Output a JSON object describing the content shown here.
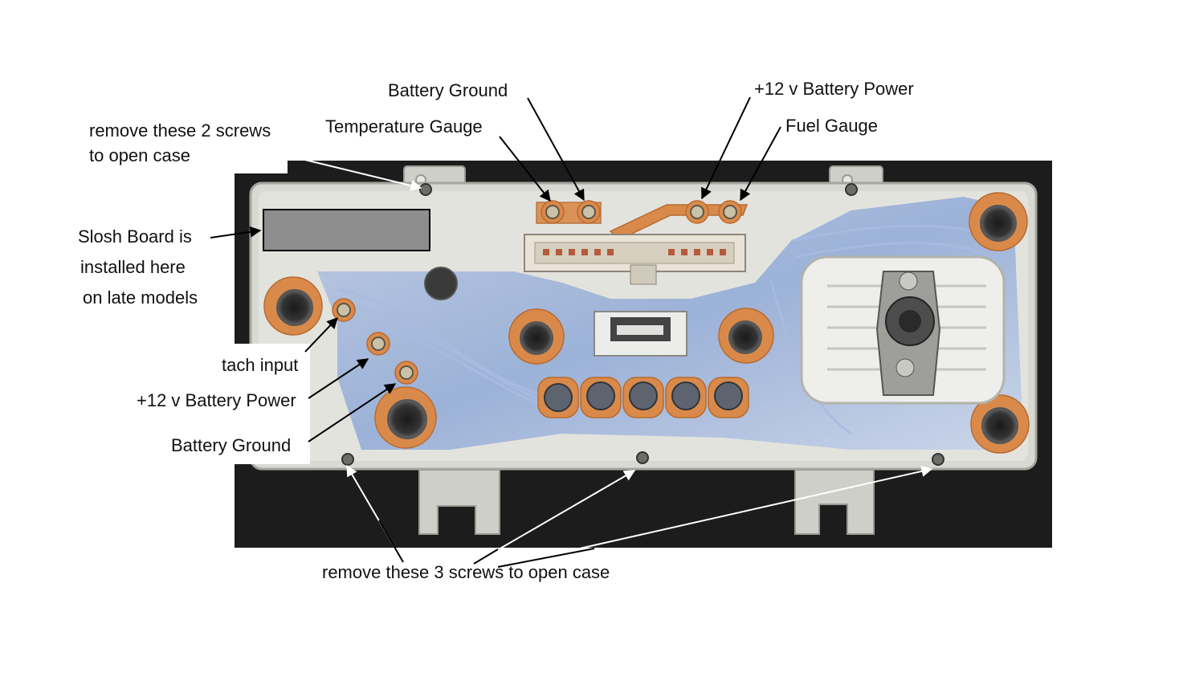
{
  "labels": {
    "remove_two_screws_line1": "remove these 2 screws",
    "remove_two_screws_line2": "to open case",
    "battery_ground_top": "Battery Ground",
    "temperature_gauge": "Temperature Gauge",
    "battery_power_top": "+12 v Battery Power",
    "fuel_gauge": "Fuel Gauge",
    "slosh_board_line1": "Slosh Board is",
    "slosh_board_line2": "installed here",
    "slosh_board_line3": "on late models",
    "tach_input": "tach input",
    "battery_power_left": "+12 v Battery Power",
    "battery_ground_left": "Battery Ground",
    "remove_three_screws": "remove these 3 screws to  open case"
  },
  "colors": {
    "photo_background": "#1c1c1c",
    "case_plastic": "#d9d9d4",
    "circuit_film": "#8fa9d6",
    "copper_trace": "#d98a4a",
    "slosh_board_box": "#8e8e8e",
    "arrow": "#000000"
  }
}
